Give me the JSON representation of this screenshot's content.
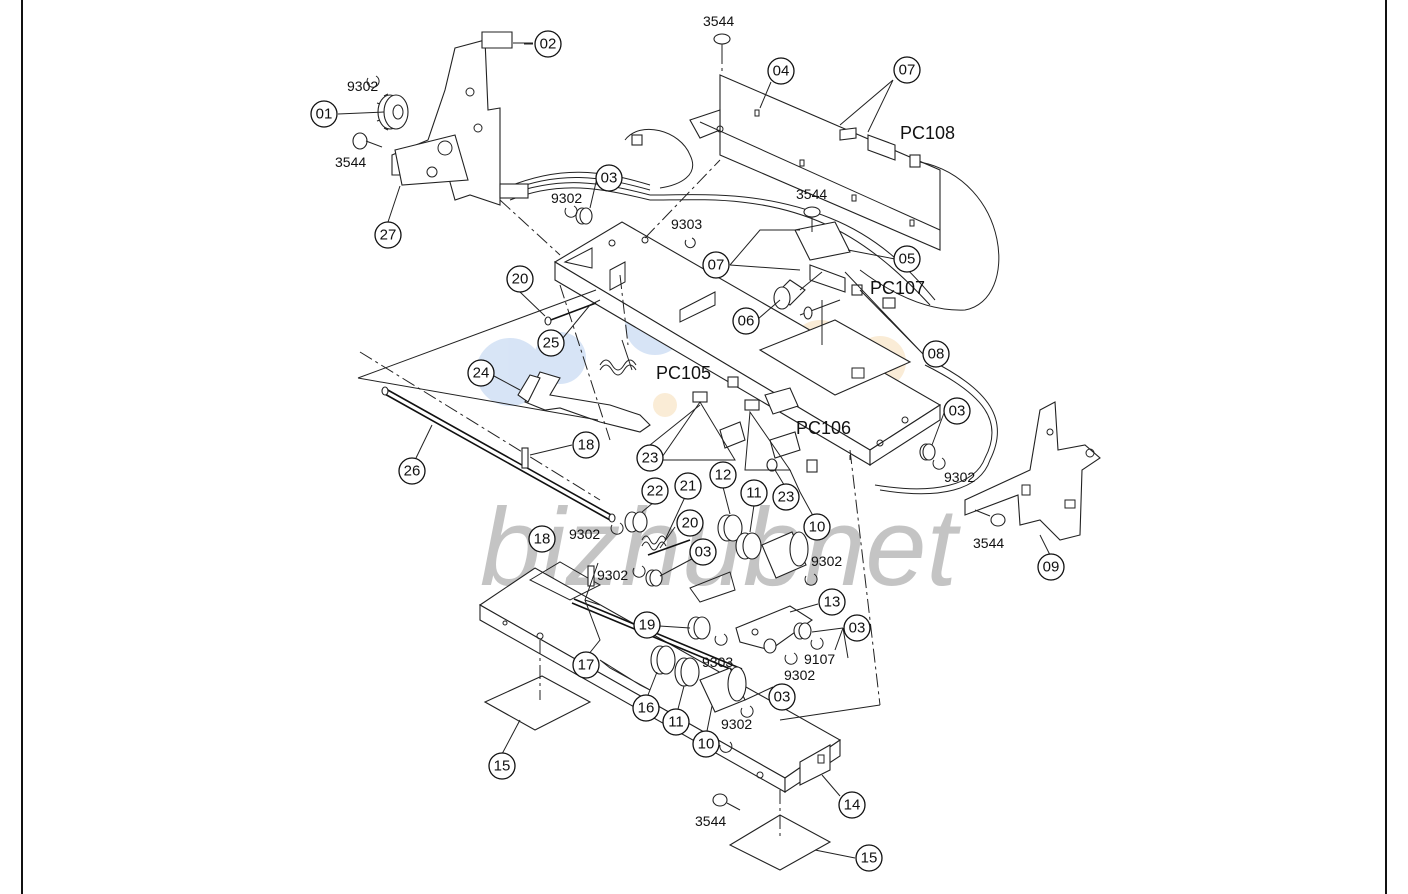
{
  "diagram": {
    "callouts": [
      "01",
      "02",
      "03",
      "04",
      "05",
      "06",
      "07",
      "08",
      "09",
      "10",
      "11",
      "12",
      "13",
      "14",
      "15",
      "16",
      "17",
      "18",
      "19",
      "20",
      "21",
      "22",
      "23",
      "24",
      "25",
      "26",
      "27"
    ],
    "part_numbers": {
      "screw": "3544",
      "ering_a": "9302",
      "ering_b": "9303",
      "ering_c": "9107"
    },
    "sensors": [
      "PC105",
      "PC106",
      "PC107",
      "PC108"
    ],
    "watermark_text": "bizhubnet"
  }
}
